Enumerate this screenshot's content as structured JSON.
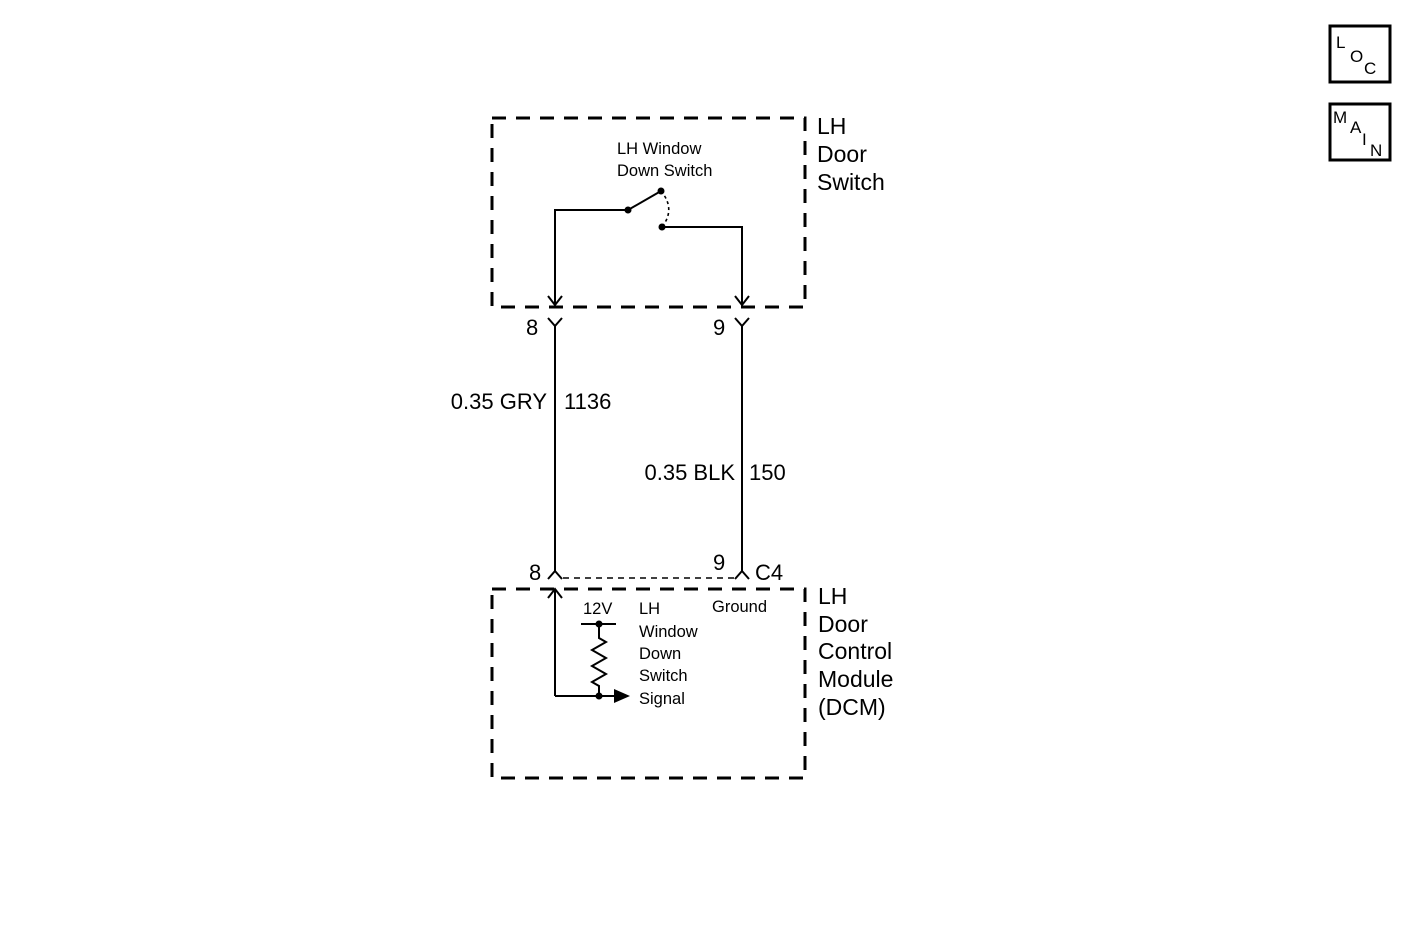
{
  "nav": {
    "loc": [
      "L",
      "O",
      "C"
    ],
    "main": [
      "M",
      "A",
      "I",
      "N"
    ]
  },
  "door_switch": {
    "title": [
      "LH",
      "Door",
      "Switch"
    ],
    "switch_label": [
      "LH Window",
      "Down Switch"
    ]
  },
  "connector_top": {
    "pin_a": "8",
    "pin_b": "9"
  },
  "wires": {
    "a": {
      "spec": "0.35 GRY",
      "circuit": "1136"
    },
    "b": {
      "spec": "0.35 BLK",
      "circuit": "150"
    }
  },
  "connector_bottom": {
    "pin_a": "8",
    "pin_b": "9",
    "name": "C4"
  },
  "dcm": {
    "title": [
      "LH",
      "Door",
      "Control",
      "Module",
      "(DCM)"
    ],
    "voltage": "12V",
    "signal_label": [
      "LH",
      "Window",
      "Down",
      "Switch",
      "Signal"
    ],
    "ground_label": "Ground"
  }
}
